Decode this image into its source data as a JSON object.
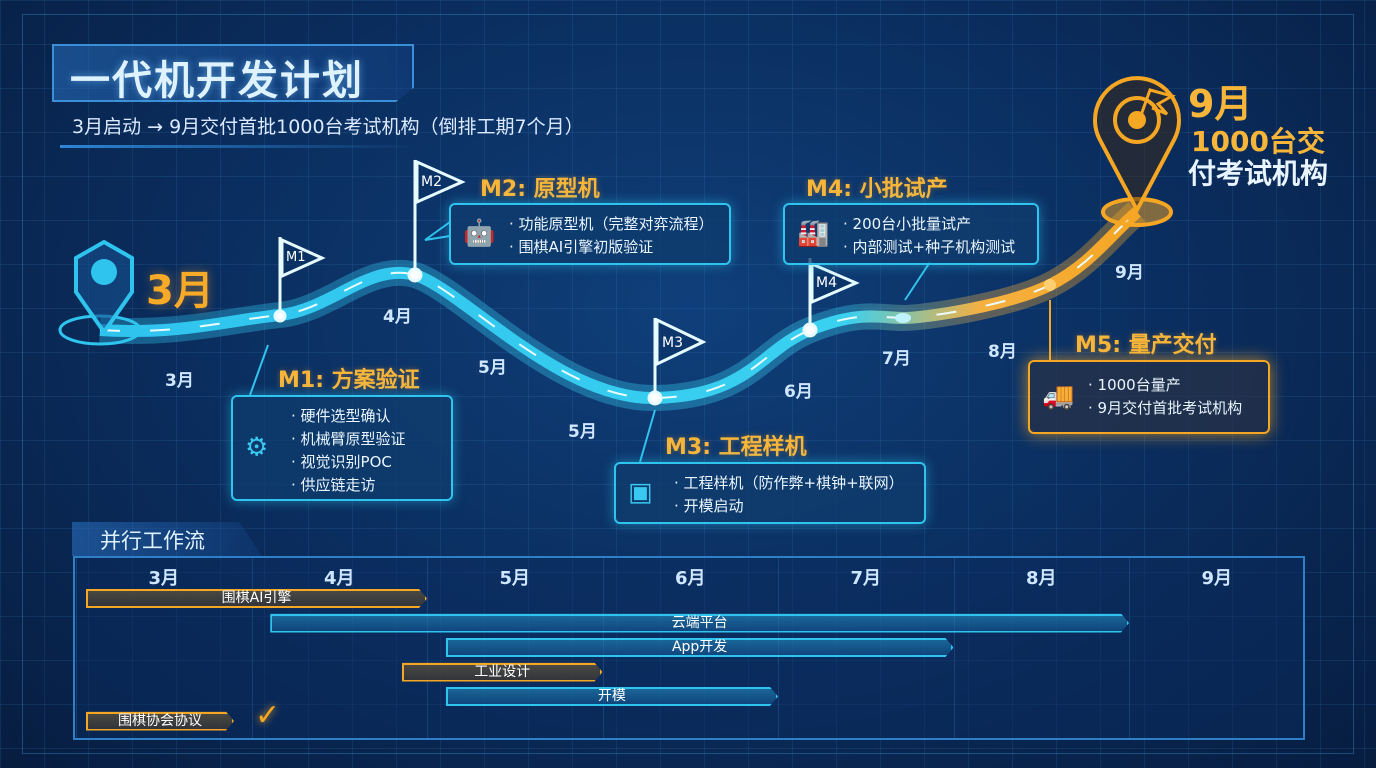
{
  "header": {
    "title": "一代机开发计划",
    "subtitle": "3月启动 → 9月交付首批1000台考试机构（倒排工期7个月）"
  },
  "start": {
    "label": "3月"
  },
  "end": {
    "line1": "9月",
    "line2": "1000台交",
    "line3": "付考试机构"
  },
  "path_months": [
    "3月",
    "4月",
    "5月",
    "5月",
    "6月",
    "7月",
    "8月",
    "9月"
  ],
  "milestones": [
    {
      "flag": "M1",
      "title": "M1: 方案验证",
      "items": [
        "· 硬件选型确认",
        "· 机械臂原型验证",
        "· 视觉识别POC",
        "· 供应链走访"
      ],
      "icon": "gears-icon"
    },
    {
      "flag": "M2",
      "title": "M2: 原型机",
      "items": [
        "· 功能原型机（完整对弈流程）",
        "· 围棋AI引擎初版验证"
      ],
      "icon": "robot-icon"
    },
    {
      "flag": "M3",
      "title": "M3: 工程样机",
      "items": [
        "· 工程样机（防作弊+棋钟+联网）",
        "· 开模启动"
      ],
      "icon": "chip-icon"
    },
    {
      "flag": "M4",
      "title": "M4: 小批试产",
      "items": [
        "· 200台小批量试产",
        "· 内部测试+种子机构测试"
      ],
      "icon": "factory-icon"
    },
    {
      "flag": "M5",
      "title": "M5: 量产交付",
      "items": [
        "· 1000台量产",
        "· 9月交付首批考试机构"
      ],
      "icon": "truck-icon"
    }
  ],
  "gantt": {
    "title": "并行工作流",
    "months": [
      "3月",
      "4月",
      "5月",
      "6月",
      "7月",
      "8月",
      "9月"
    ],
    "bars": [
      {
        "label": "围棋AI引擎",
        "start": 3.0,
        "end": 5.0,
        "color": "orange"
      },
      {
        "label": "云端平台",
        "start": 4.05,
        "end": 9.0,
        "color": "cyan"
      },
      {
        "label": "App开发",
        "start": 5.05,
        "end": 8.0,
        "color": "cyan"
      },
      {
        "label": "工业设计",
        "start": 4.8,
        "end": 6.0,
        "color": "orange"
      },
      {
        "label": "开模",
        "start": 5.05,
        "end": 7.0,
        "color": "cyan"
      },
      {
        "label": "围棋协会协议",
        "start": 3.0,
        "end": 3.9,
        "color": "orange",
        "done": true
      }
    ]
  },
  "colors": {
    "accent": "#2ec4ee",
    "highlight": "#f5a623",
    "background": "#0a2c5c"
  }
}
